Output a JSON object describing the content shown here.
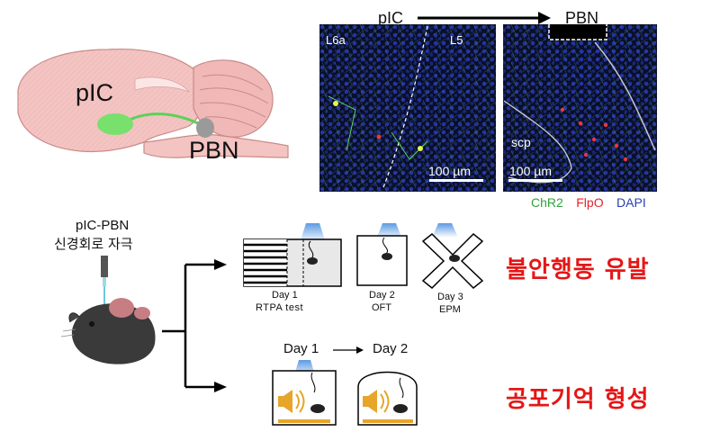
{
  "brain": {
    "region_pic": "pIC",
    "region_pbn": "PBN"
  },
  "micrographs": {
    "header_from": "pIC",
    "header_to": "PBN",
    "left": {
      "layer_a": "L6a",
      "layer_b": "L5",
      "scale": "100 µm"
    },
    "right": {
      "region": "scp",
      "scale": "100 µm"
    },
    "legend": [
      {
        "label": "ChR2",
        "color": "#2fa33a"
      },
      {
        "label": "FlpO",
        "color": "#e8202a"
      },
      {
        "label": "DAPI",
        "color": "#2b3fb0"
      }
    ]
  },
  "stim": {
    "line1": "pIC-PBN",
    "line2": "신경회로 자극"
  },
  "anxiety": {
    "tests": [
      {
        "day": "Day 1",
        "name": "RTPA test"
      },
      {
        "day": "Day 2",
        "name": "OFT"
      },
      {
        "day": "Day 3",
        "name": "EPM"
      }
    ],
    "result": "불안행동 유발"
  },
  "fear": {
    "day_from": "Day 1",
    "day_to": "Day 2",
    "result": "공포기억 형성"
  }
}
